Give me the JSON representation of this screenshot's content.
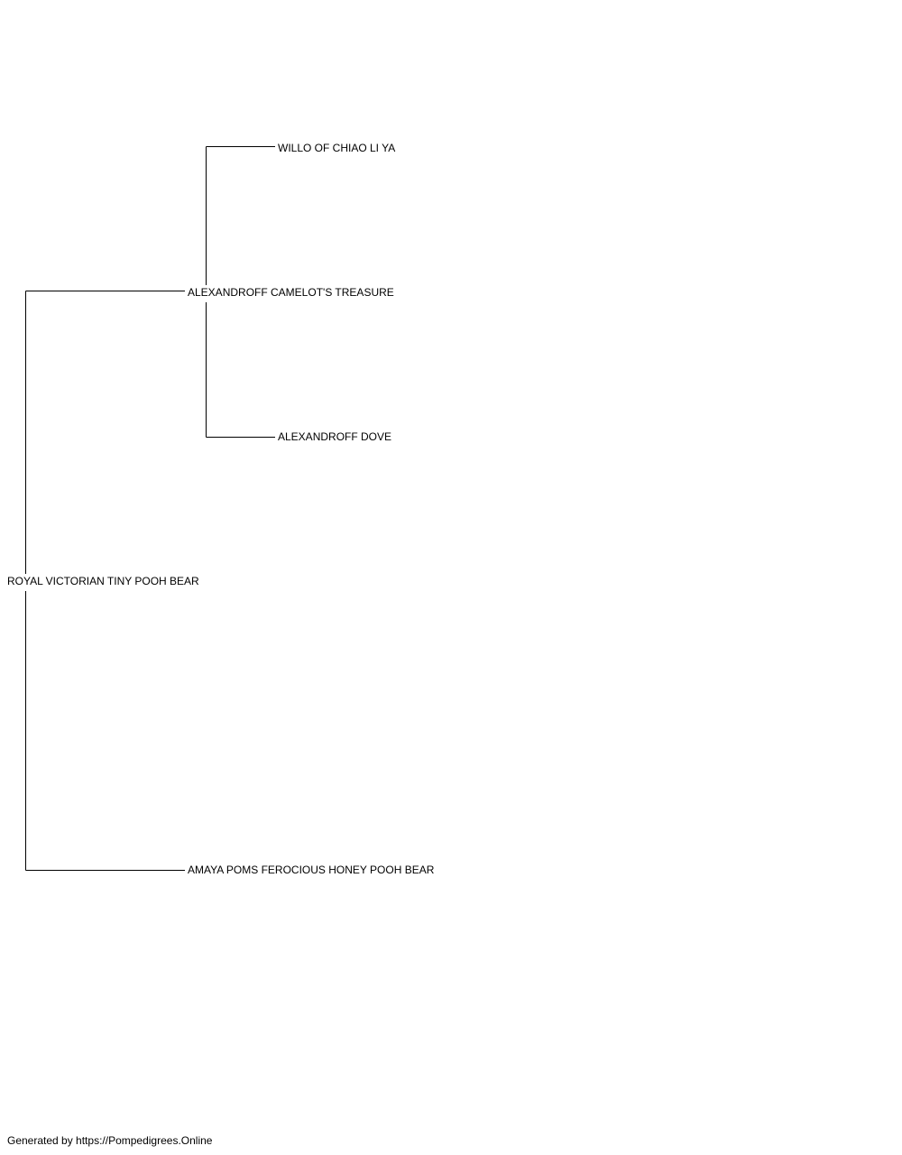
{
  "pedigree": {
    "subject": "ROYAL VICTORIAN TINY POOH BEAR",
    "sire": "ALEXANDROFF CAMELOT'S TREASURE",
    "dam": "AMAYA POMS FEROCIOUS HONEY POOH BEAR",
    "sire_sire": "WILLO OF CHIAO LI YA",
    "sire_dam": "ALEXANDROFF DOVE"
  },
  "footer": {
    "text": "Generated by https://Pompedigrees.Online"
  },
  "colors": {
    "line": "#000000",
    "text": "#000000",
    "background": "#ffffff"
  }
}
